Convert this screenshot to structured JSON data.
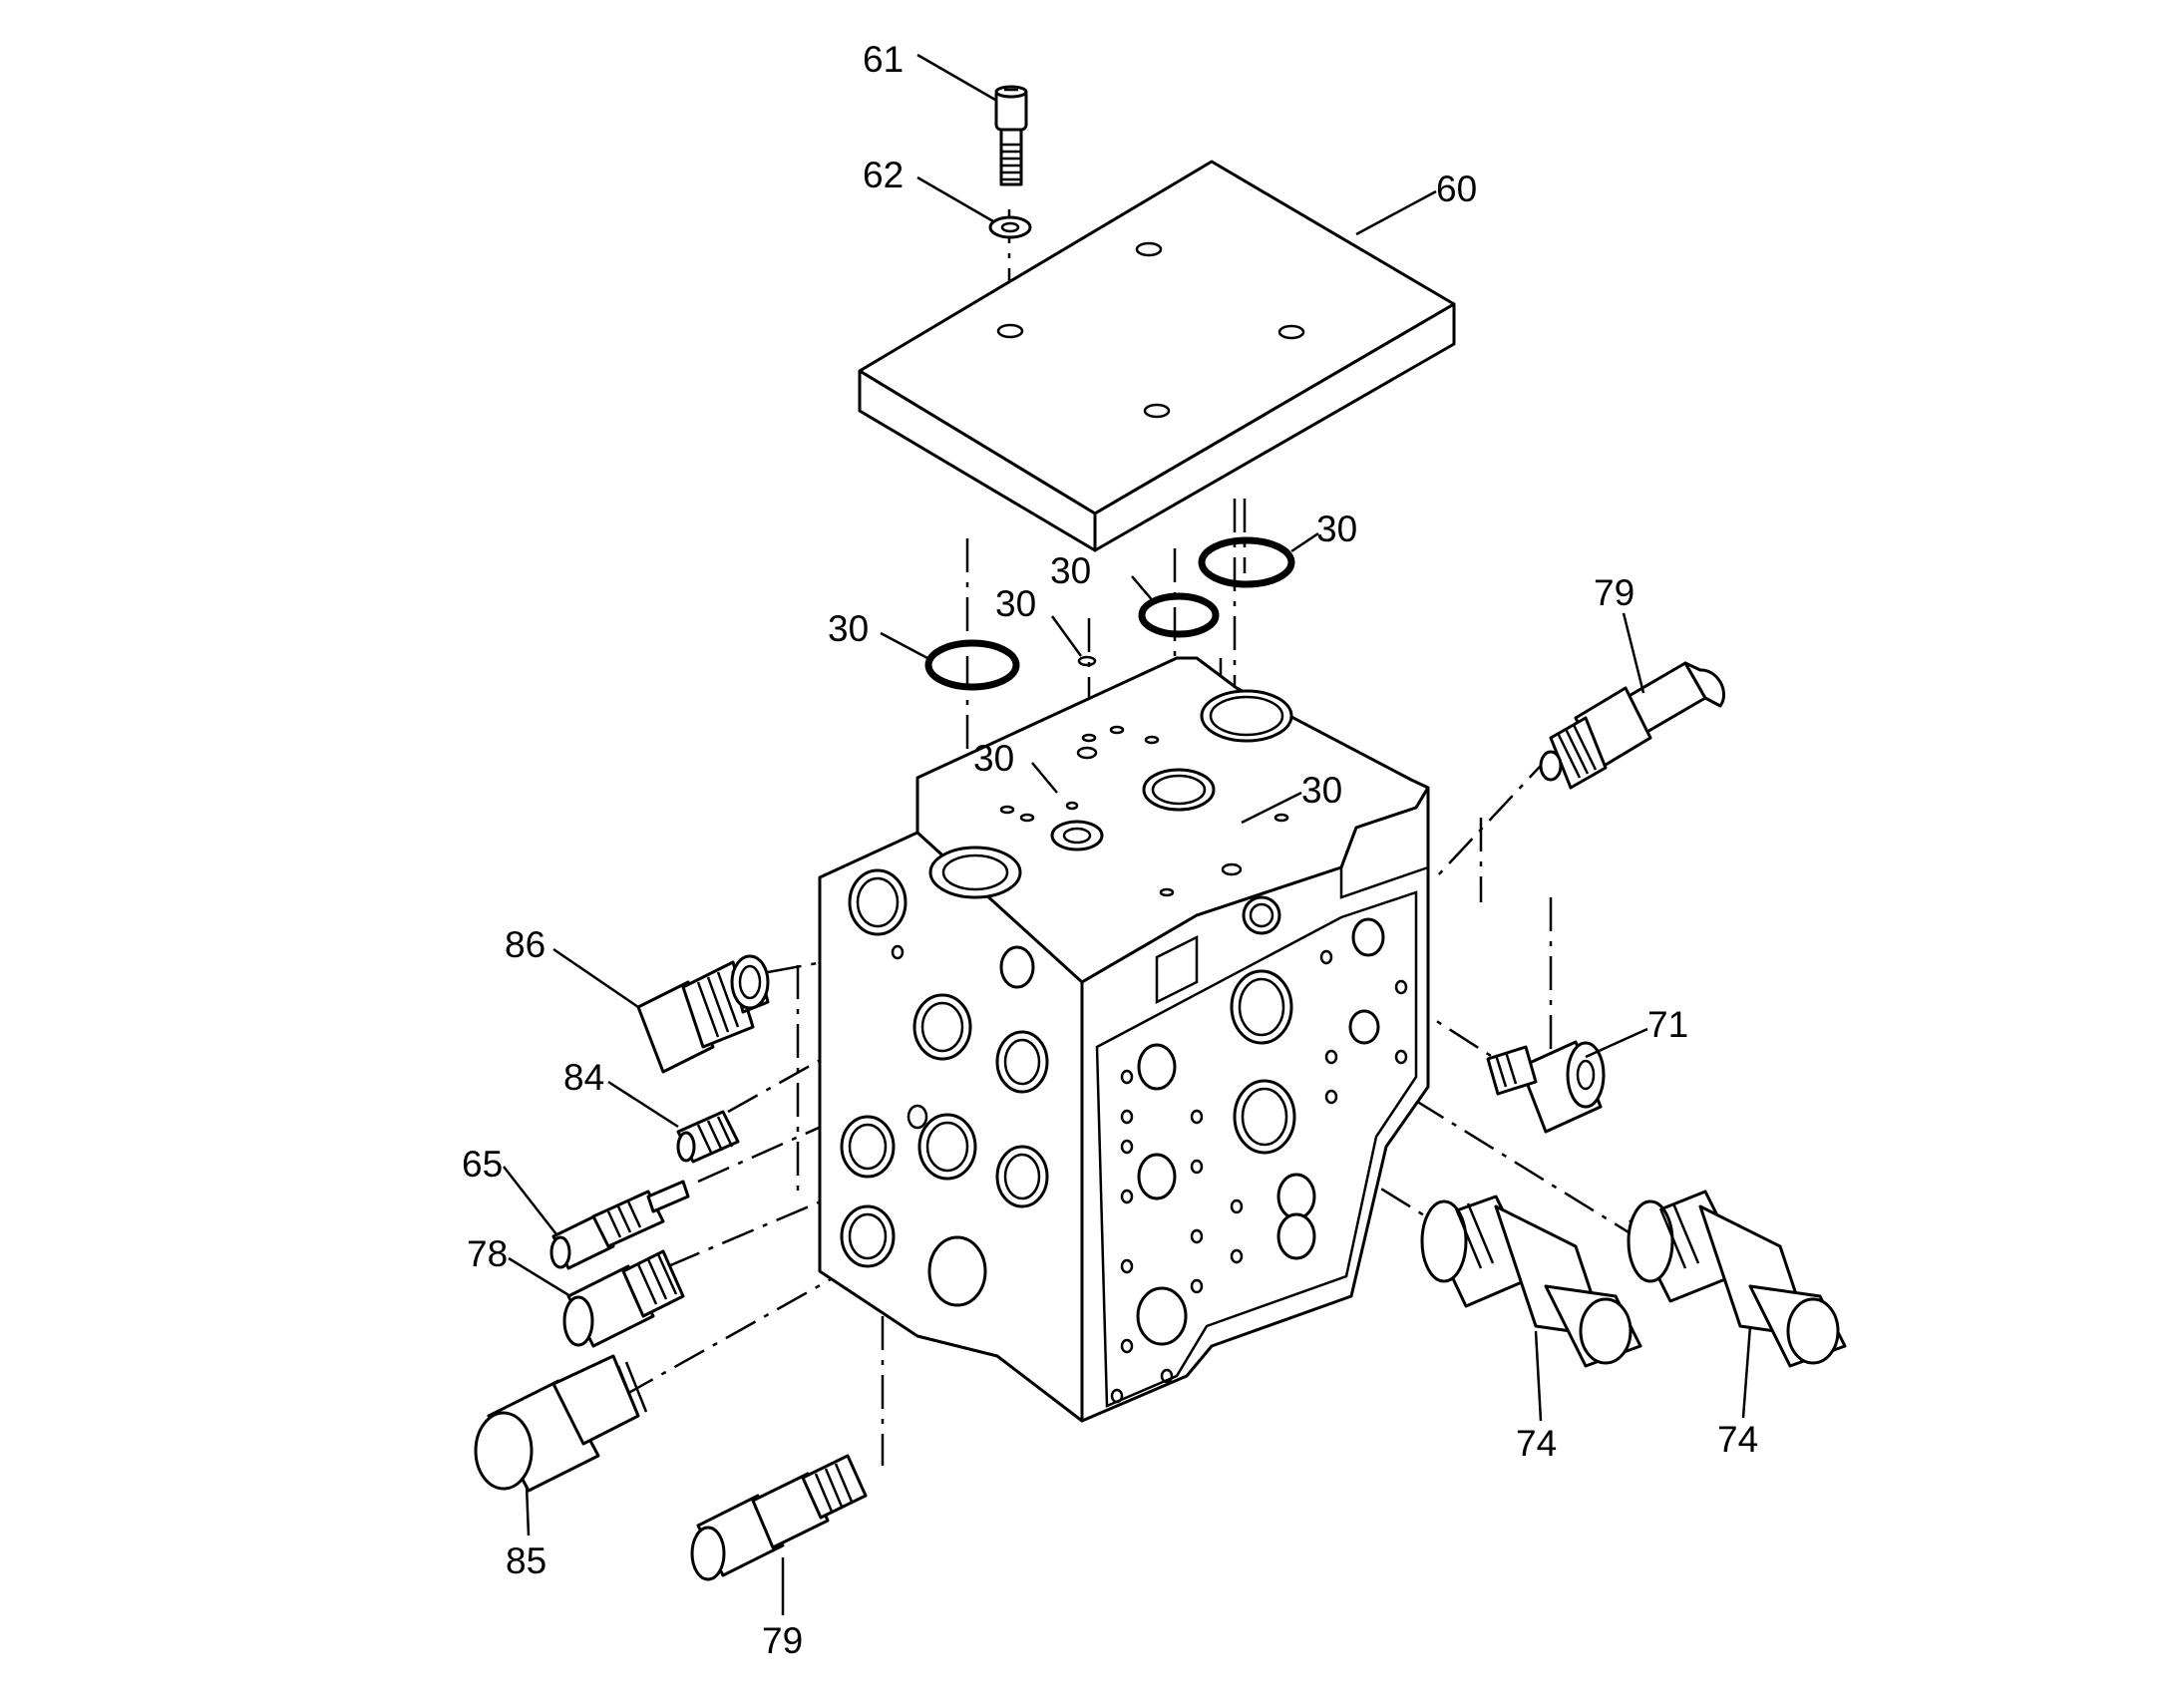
{
  "callouts": {
    "c61": "61",
    "c62": "62",
    "c60": "60",
    "c30a": "30",
    "c30b": "30",
    "c30c": "30",
    "c30d": "30",
    "c30e": "30",
    "c30f": "30",
    "c79a": "79",
    "c86": "86",
    "c84": "84",
    "c65": "65",
    "c78": "78",
    "c71": "71",
    "c74a": "74",
    "c74b": "74",
    "c85": "85",
    "c79b": "79"
  },
  "colors": {
    "line": "#000000",
    "background": "#ffffff"
  }
}
